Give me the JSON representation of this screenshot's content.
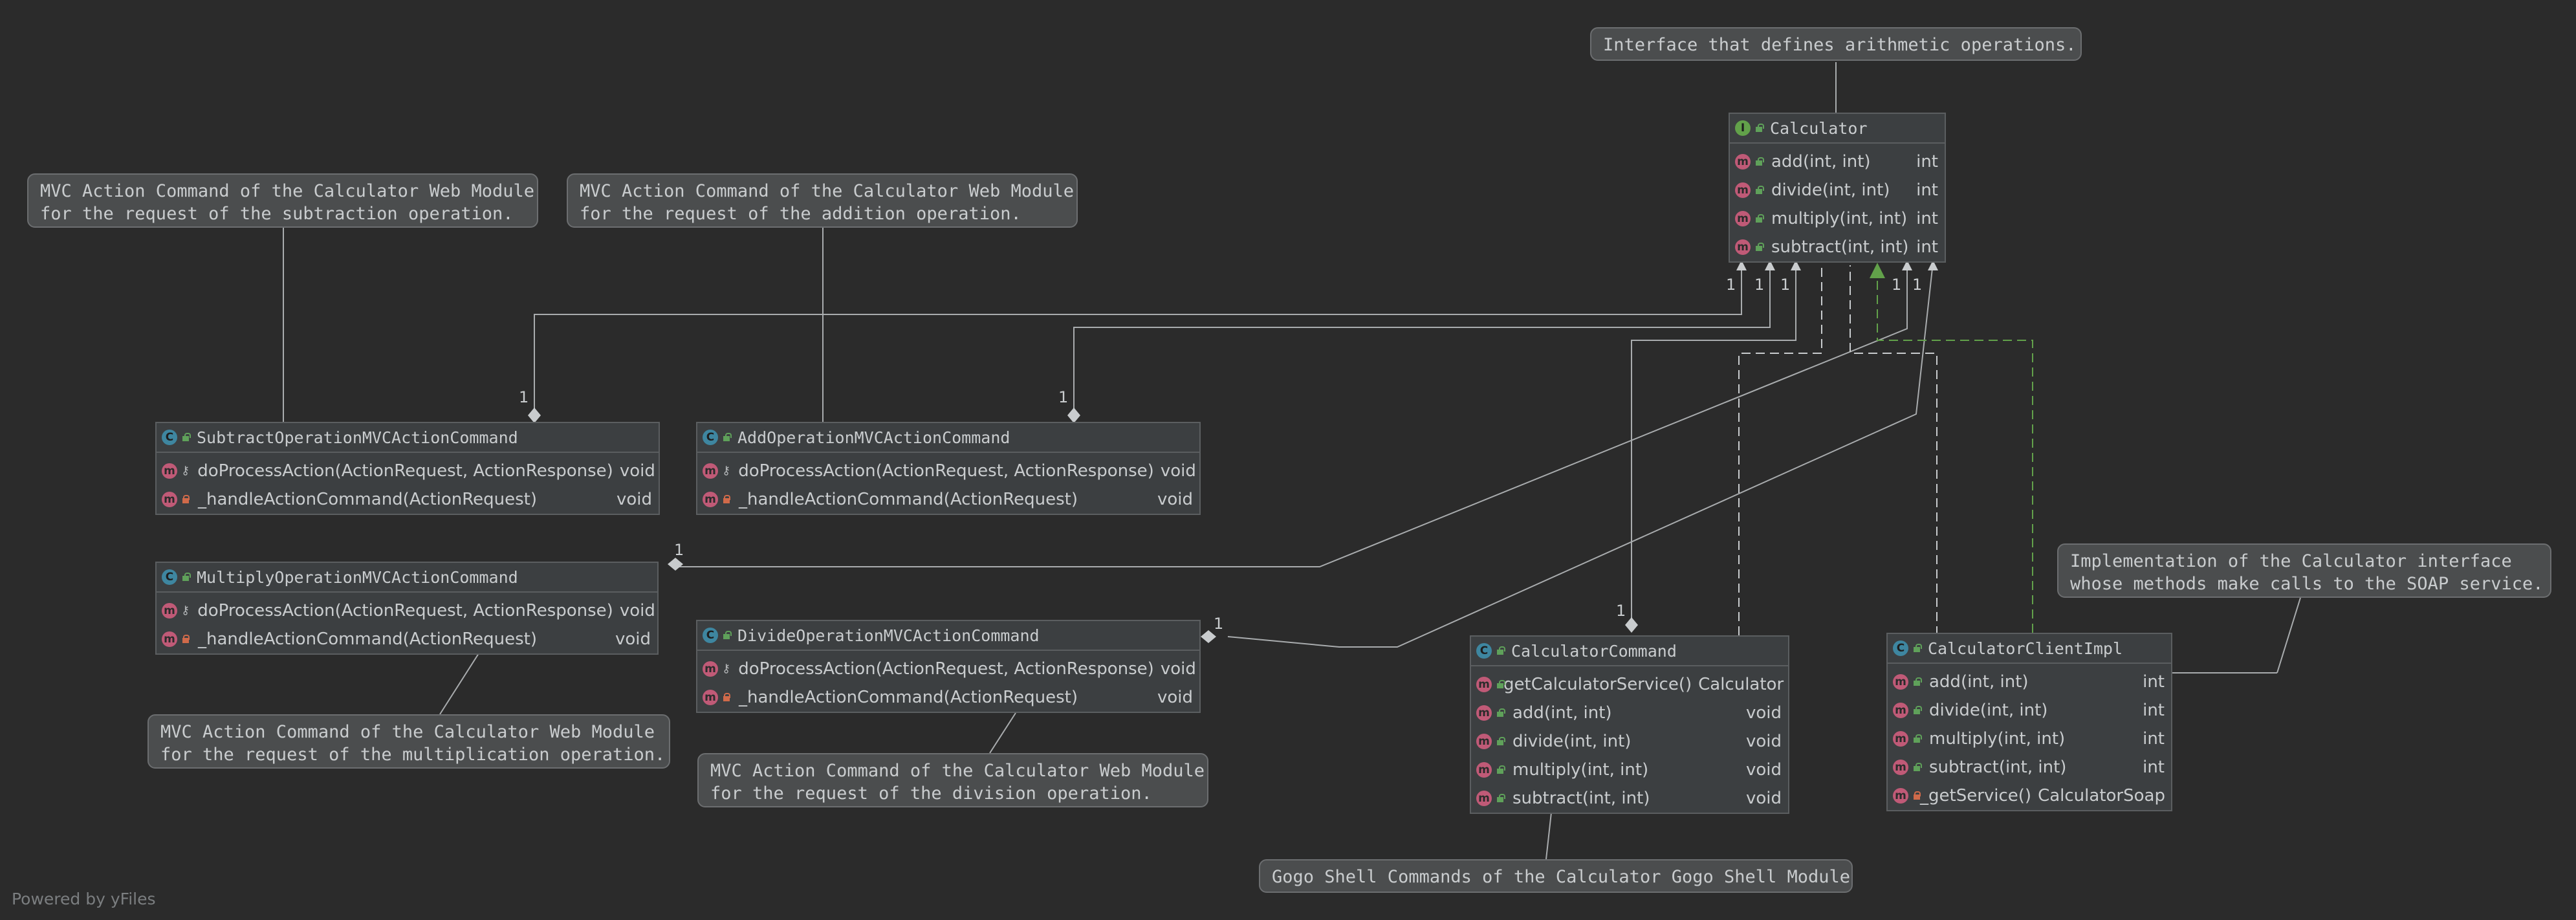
{
  "footer": {
    "powered_by": "Powered by yFiles"
  },
  "notes": {
    "calculator": "Interface that defines arithmetic operations.",
    "subtract": "MVC Action Command of the Calculator Web Module\nfor the request of the subtraction operation.",
    "add": "MVC Action Command of the Calculator Web Module\nfor the request of the addition operation.",
    "multiply": "MVC Action Command of the Calculator Web Module\nfor the request of the multiplication operation.",
    "divide": "MVC Action Command of the Calculator Web Module\nfor the request of the division operation.",
    "client_impl": "Implementation of the Calculator interface\nwhose methods make calls to the SOAP service.",
    "gogo": "Gogo Shell Commands of the Calculator Gogo Shell Module"
  },
  "classes": {
    "calculator": {
      "kind": "I",
      "name": "Calculator",
      "members": [
        {
          "sig": "add(int, int)",
          "ret": "int"
        },
        {
          "sig": "divide(int, int)",
          "ret": "int"
        },
        {
          "sig": "multiply(int, int)",
          "ret": "int"
        },
        {
          "sig": "subtract(int, int)",
          "ret": "int"
        }
      ]
    },
    "subtract_cmd": {
      "kind": "C",
      "name": "SubtractOperationMVCActionCommand",
      "members": [
        {
          "sig": "doProcessAction(ActionRequest, ActionResponse)",
          "ret": "void"
        },
        {
          "sig": "_handleActionCommand(ActionRequest)",
          "ret": "void"
        }
      ]
    },
    "add_cmd": {
      "kind": "C",
      "name": "AddOperationMVCActionCommand",
      "members": [
        {
          "sig": "doProcessAction(ActionRequest, ActionResponse)",
          "ret": "void"
        },
        {
          "sig": "_handleActionCommand(ActionRequest)",
          "ret": "void"
        }
      ]
    },
    "multiply_cmd": {
      "kind": "C",
      "name": "MultiplyOperationMVCActionCommand",
      "members": [
        {
          "sig": "doProcessAction(ActionRequest, ActionResponse)",
          "ret": "void"
        },
        {
          "sig": "_handleActionCommand(ActionRequest)",
          "ret": "void"
        }
      ]
    },
    "divide_cmd": {
      "kind": "C",
      "name": "DivideOperationMVCActionCommand",
      "members": [
        {
          "sig": "doProcessAction(ActionRequest, ActionResponse)",
          "ret": "void"
        },
        {
          "sig": "_handleActionCommand(ActionRequest)",
          "ret": "void"
        }
      ]
    },
    "calculator_command": {
      "kind": "C",
      "name": "CalculatorCommand",
      "members": [
        {
          "sig": "getCalculatorService()",
          "ret": "Calculator"
        },
        {
          "sig": "add(int, int)",
          "ret": "void"
        },
        {
          "sig": "divide(int, int)",
          "ret": "void"
        },
        {
          "sig": "multiply(int, int)",
          "ret": "void"
        },
        {
          "sig": "subtract(int, int)",
          "ret": "void"
        }
      ]
    },
    "client_impl": {
      "kind": "C",
      "name": "CalculatorClientImpl",
      "members": [
        {
          "sig": "add(int, int)",
          "ret": "int"
        },
        {
          "sig": "divide(int, int)",
          "ret": "int"
        },
        {
          "sig": "multiply(int, int)",
          "ret": "int"
        },
        {
          "sig": "subtract(int, int)",
          "ret": "int"
        },
        {
          "sig": "_getService()",
          "ret": "CalculatorSoap"
        }
      ]
    }
  },
  "multiplicities": {
    "c1": "1",
    "c2": "1",
    "c3": "1",
    "c4": "1",
    "c5": "1",
    "sub": "1",
    "add": "1",
    "mul": "1",
    "div": "1",
    "cmd": "1"
  },
  "colors": {
    "background": "#2b2b2b",
    "node": "#3c3f41",
    "realization": "#62a14a",
    "line": "#b9bcbe"
  }
}
